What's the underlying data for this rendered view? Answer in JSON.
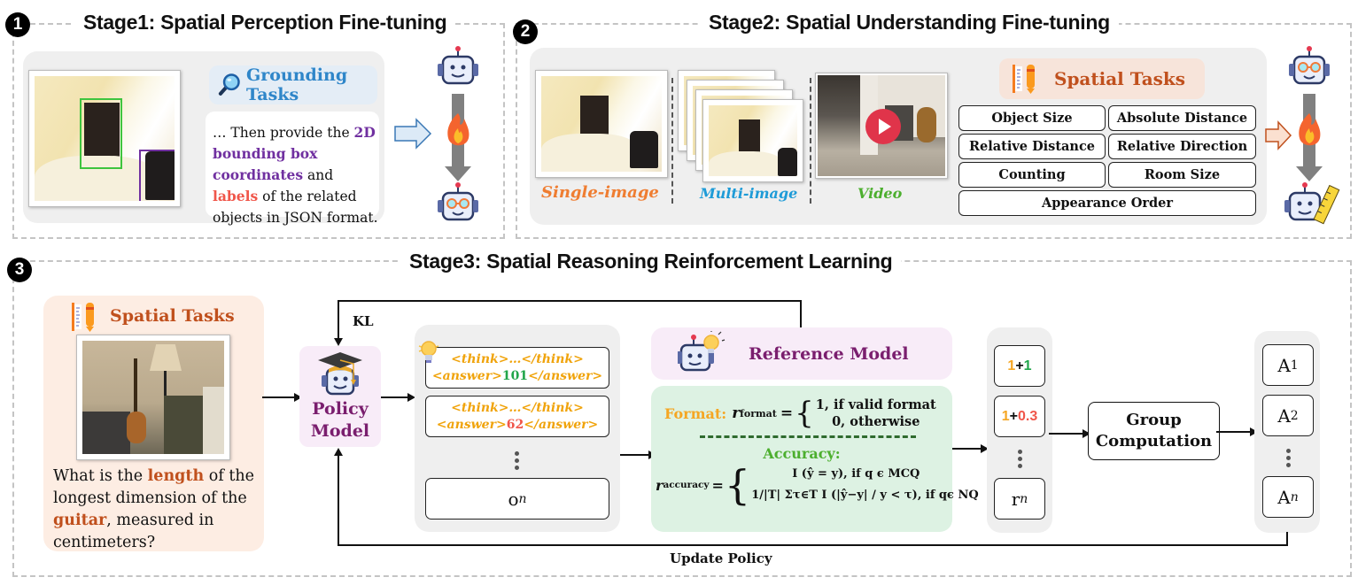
{
  "stage1": {
    "number": "1",
    "title": "Stage1: Spatial Perception Fine-tuning",
    "grounding_title": "Grounding Tasks",
    "prompt": {
      "prefix": "… Then provide the ",
      "highlight1": "2D bounding box coordinates",
      "middle": " and ",
      "highlight2": "labels",
      "suffix": " of the related objects in JSON format."
    },
    "colors": {
      "grounding": "#2f86c9",
      "bbox_text": "#7030a0",
      "labels_text": "#f0564a",
      "bbox_green": "#3ec43e",
      "bbox_purple": "#7030a0"
    }
  },
  "stage2": {
    "number": "2",
    "title": "Stage2: Spatial Understanding Fine-tuning",
    "inputs": [
      {
        "label": "Single-image",
        "color": "#ef7d31"
      },
      {
        "label": "Multi-image",
        "color": "#1e9bd7"
      },
      {
        "label": "Video",
        "color": "#4caf2e"
      }
    ],
    "spatial_tasks_title": "Spatial Tasks",
    "tasks": [
      "Object Size",
      "Absolute Distance",
      "Relative Distance",
      "Relative Direction",
      "Counting",
      "Room Size",
      "Appearance Order"
    ]
  },
  "stage3": {
    "number": "3",
    "title": "Stage3: Spatial Reasoning Reinforcement Learning",
    "task_card": {
      "title": "Spatial Tasks",
      "question": {
        "p1": "What is the ",
        "h1": "length",
        "p2": " of the longest dimension of the ",
        "h2": "guitar",
        "p3": ", measured in centimeters?"
      }
    },
    "kl_label": "KL",
    "policy_model": {
      "line1": "Policy",
      "line2": "Model"
    },
    "outputs": [
      {
        "think": "<think>…</think>",
        "answer_open": "<answer>",
        "answer_value": "101",
        "answer_close": "</answer>",
        "value_color": "#21a54a"
      },
      {
        "think": "<think>…</think>",
        "answer_open": "<answer>",
        "answer_value": "62",
        "answer_close": "</answer>",
        "value_color": "#f0564a"
      }
    ],
    "output_last": {
      "base": "o",
      "sub": "n"
    },
    "reference_model": "Reference Model",
    "reward": {
      "format_label": "Format:",
      "format_symbol": "r",
      "format_sub": "format",
      "format_case1": "1, if valid format",
      "format_case2": "0, otherwise",
      "accuracy_label": "Accuracy:",
      "accuracy_symbol": "r",
      "accuracy_sub": "accuracy",
      "accuracy_case1": "I (ŷ = y), if q ϵ MCQ",
      "accuracy_case2_prefix": "1/|T| Στ∈T I",
      "accuracy_case2_mid": "(|ŷ−y| / y < τ)",
      "accuracy_case2_suffix": ", if qϵ NQ"
    },
    "rewards": [
      {
        "a": "1",
        "plus": "+",
        "b": "1",
        "a_color": "#f5a623",
        "b_color": "#21a54a"
      },
      {
        "a": "1",
        "plus": "+",
        "b": "0.3",
        "a_color": "#f5a623",
        "b_color": "#f0564a"
      }
    ],
    "reward_last": {
      "base": "r",
      "sub": "n"
    },
    "group_computation": {
      "line1": "Group",
      "line2": "Computation"
    },
    "advantages": [
      {
        "base": "A",
        "sub": "1"
      },
      {
        "base": "A",
        "sub": "2"
      },
      {
        "base": "A",
        "sub": "n"
      }
    ],
    "update_label": "Update Policy"
  }
}
